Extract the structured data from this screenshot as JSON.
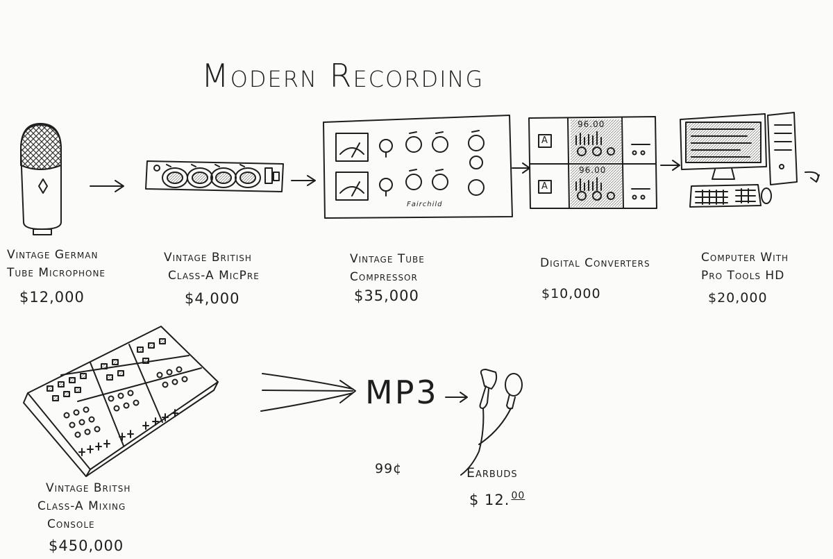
{
  "title": "Modern Recording",
  "items": [
    {
      "id": "microphone",
      "label_lines": [
        "Vintage German",
        "Tube Microphone"
      ],
      "price": "$12,000"
    },
    {
      "id": "micpre",
      "label_lines": [
        "Vintage British",
        "Class-A MicPre"
      ],
      "price": "$4,000"
    },
    {
      "id": "compressor",
      "label_lines": [
        "Vintage Tube",
        "Compressor"
      ],
      "price": "$35,000",
      "brand": "Fairchild"
    },
    {
      "id": "converters",
      "label_lines": [
        "Digital Converters"
      ],
      "price": "$10,000",
      "display_values": [
        "96.00",
        "96.00"
      ],
      "badge": "A"
    },
    {
      "id": "computer",
      "label_lines": [
        "Computer With",
        "Pro Tools HD"
      ],
      "price": "$20,000"
    },
    {
      "id": "console",
      "label_lines": [
        "Vintage Britsh",
        "Class-A Mixing",
        "Console"
      ],
      "price": "$450,000"
    },
    {
      "id": "mp3",
      "label": "MP3",
      "price": "99¢"
    },
    {
      "id": "earbuds",
      "label_lines": [
        "Earbuds"
      ],
      "price_main": "$ 12.",
      "price_cents": "00"
    }
  ],
  "colors": {
    "ink": "#1e1e1e",
    "paper": "#fbfbf9",
    "grille": "#555555",
    "panel_shade": "#c8c8c8"
  }
}
